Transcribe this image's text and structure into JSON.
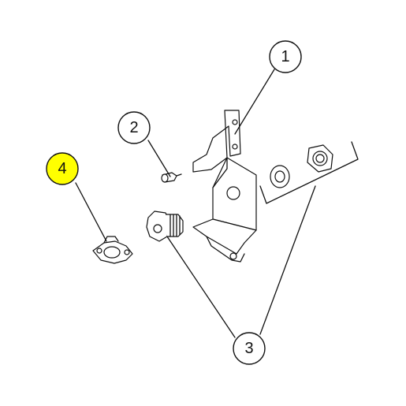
{
  "callouts": [
    {
      "id": "1",
      "label": "1",
      "highlighted": false
    },
    {
      "id": "2",
      "label": "2",
      "highlighted": false
    },
    {
      "id": "3",
      "label": "3",
      "highlighted": false
    },
    {
      "id": "4",
      "label": "4",
      "highlighted": true
    }
  ],
  "colors": {
    "highlight": "#ffff00",
    "circle_fill": "#ffffff",
    "stroke": "#111111"
  }
}
